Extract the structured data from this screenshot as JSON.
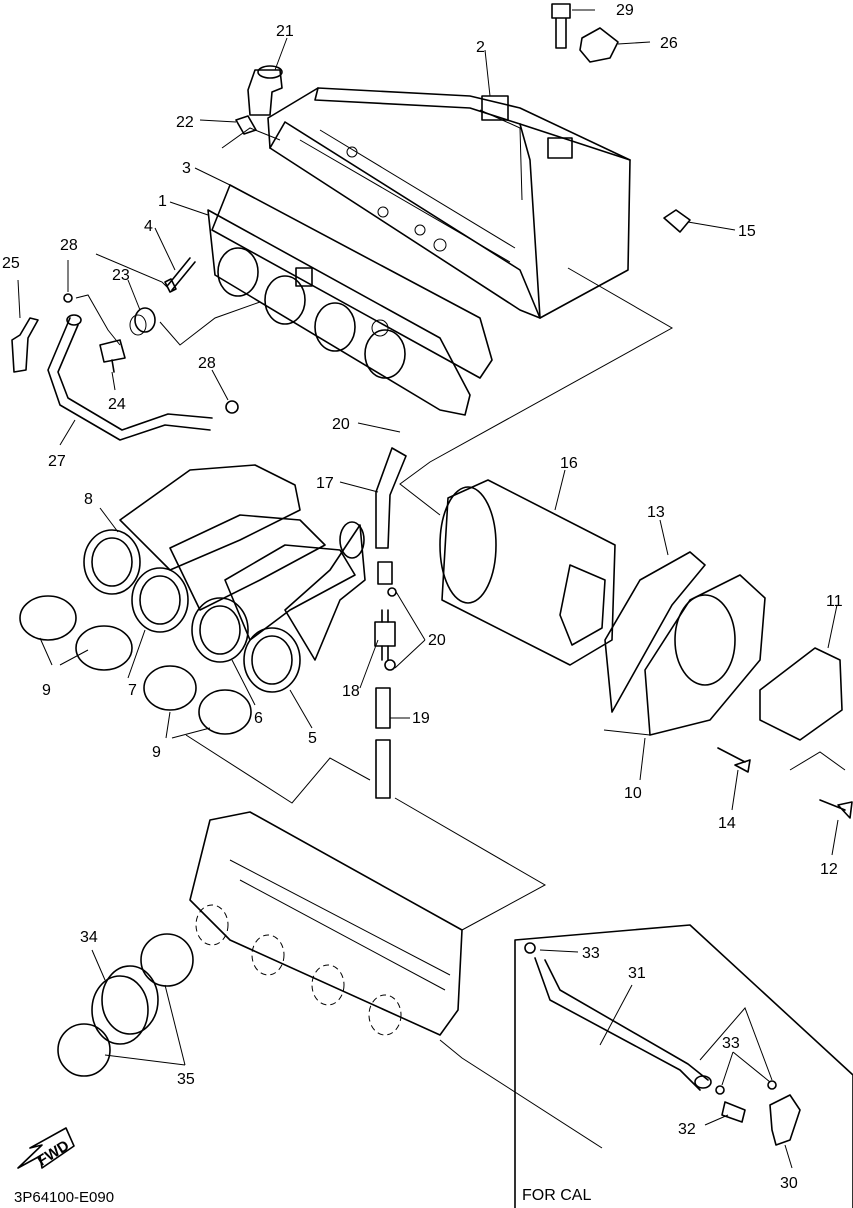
{
  "diagram_id": "3P64100-E090",
  "fwd_label": "FWD",
  "inset_title": "FOR CAL",
  "callouts": {
    "c1": "1",
    "c2": "2",
    "c3": "3",
    "c4": "4",
    "c5": "5",
    "c6": "6",
    "c7": "7",
    "c8": "8",
    "c9a": "9",
    "c9b": "9",
    "c10": "10",
    "c11": "11",
    "c12": "12",
    "c13": "13",
    "c14": "14",
    "c15": "15",
    "c16": "16",
    "c17": "17",
    "c18": "18",
    "c19": "19",
    "c20a": "20",
    "c20b": "20",
    "c21": "21",
    "c22": "22",
    "c23": "23",
    "c24": "24",
    "c25": "25",
    "c26": "26",
    "c27": "27",
    "c28a": "28",
    "c28b": "28",
    "c29": "29",
    "c30": "30",
    "c31": "31",
    "c32": "32",
    "c33a": "33",
    "c33b": "33",
    "c34": "34",
    "c35": "35"
  }
}
